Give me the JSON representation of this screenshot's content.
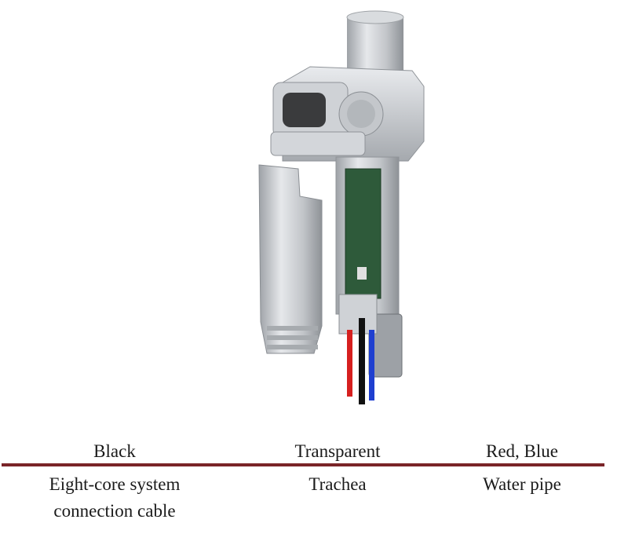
{
  "figure": {
    "description_icon": "laser-head-cutaway-image",
    "cable_colors": {
      "red": "#d6201f",
      "black": "#111111",
      "blue": "#1f3fd0",
      "pcb_green": "#2e5a3a",
      "body_silver": "#c9ccd0"
    }
  },
  "table": {
    "accent_color": "#7a2428",
    "headers": [
      "Black",
      "Transparent",
      "Red, Blue"
    ],
    "descriptions": [
      "Eight-core system\nconnection cable",
      "Trachea",
      "Water pipe"
    ]
  }
}
